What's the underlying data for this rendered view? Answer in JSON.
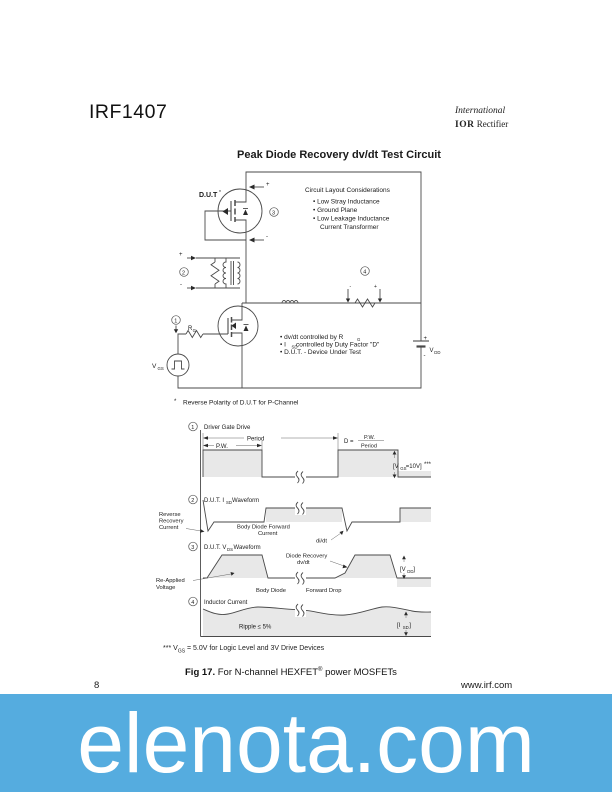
{
  "header": {
    "part_number": "IRF1407",
    "logo_top": "International",
    "logo_ior": "IOR",
    "logo_bottom": " Rectifier"
  },
  "title": "Peak Diode Recovery dv/dt Test Circuit",
  "markers": [
    "1",
    "2",
    "3",
    "4"
  ],
  "circuit": {
    "dut": "D.U.T",
    "dut_star": "*",
    "considerations_title": "Circuit Layout Considerations",
    "considerations": [
      "•  Low Stray Inductance",
      "•  Ground Plane",
      "•  Low Leakage Inductance",
      "Current Transformer"
    ],
    "note1_pre": "•  dv/dt controlled by R",
    "note1_sub": "G",
    "note2_pre": "•  I",
    "note2_sub": "SD",
    "note2_post": " controlled by Duty Factor \"D\"",
    "note3": "•  D.U.T. - Device Under Test",
    "rg": "R",
    "rg_sub": "G",
    "vgs": "V",
    "vgs_sub": "GS",
    "vdd": "V",
    "vdd_sub": "DD",
    "plus": "+",
    "minus": "-",
    "star": "*",
    "footnote": "Reverse Polarity of D.U.T for P-Channel"
  },
  "waveforms": {
    "w1_label": "Driver Gate Drive",
    "period": "Period",
    "pw": "P.W.",
    "duty": "D =",
    "duty_num": "P.W.",
    "duty_den": "Period",
    "vgs_bracket_pre": "[V",
    "vgs_bracket_sub": "GS",
    "vgs_bracket_post": "=10V]",
    "vgs_bracket_stars": "***",
    "w2_pre": "D.U.T. I",
    "w2_sub": "SD",
    "w2_post": " Waveform",
    "rr1": "Reverse",
    "rr2": "Recovery",
    "rr3": "Current",
    "body_fwd1": "Body  Diode  Forward",
    "body_fwd2": "Current",
    "didt": "di/dt",
    "w3_pre": "D.U.T. V",
    "w3_sub": "DS",
    "w3_post": " Waveform",
    "dr1": "Diode  Recovery",
    "dr2": "dv/dt",
    "ra1": "Re-Applied",
    "ra2": "Voltage",
    "bd_left": "Body  Diode",
    "bd_right": "Forward  Drop",
    "vdd_bracket_pre": "[V",
    "vdd_bracket_sub": "DD",
    "vdd_bracket_post": "]",
    "w4_label": "Inductor Current",
    "ripple": "Ripple ≤ 5%",
    "isd_bracket_pre": "[I",
    "isd_bracket_sub": "SD",
    "isd_bracket_post": "]"
  },
  "footnote": {
    "stars": "***",
    "pre": "V",
    "sub": "GS",
    "post": " = 5.0V for Logic Level and 3V Drive Devices"
  },
  "caption": {
    "bold": "Fig 17.",
    "text": " For N-channel HEXFET",
    "sup": "®",
    "text2": " power MOSFETs"
  },
  "footer": {
    "page": "8",
    "site": "www.irf.com"
  },
  "banner": {
    "text": "elenota.com",
    "bg": "#55acdf",
    "fg": "#ffffff"
  }
}
